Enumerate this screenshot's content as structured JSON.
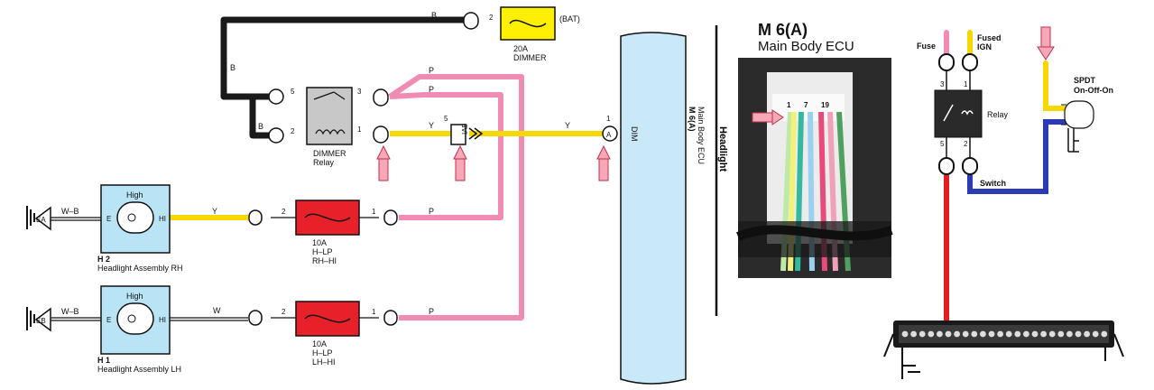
{
  "schematic": {
    "bat_label": "(BAT)",
    "dimmer_fuse": {
      "rating": "20A",
      "name": "DIMMER"
    },
    "dimmer_relay": {
      "line1": "DIMMER",
      "line2": "Relay"
    },
    "fuse_rh": {
      "rating": "10A",
      "name": "H–LP",
      "circuit": "RH–HI"
    },
    "fuse_lh": {
      "rating": "10A",
      "name": "H–LP",
      "circuit": "LH–HI"
    },
    "headlight_rh": {
      "code": "H 2",
      "name": "Headlight Assembly RH",
      "lamp": "High",
      "pin_e": "E",
      "pin_hi": "HI"
    },
    "headlight_lh": {
      "code": "H 1",
      "name": "Headlight Assembly LH",
      "lamp": "High",
      "pin_e": "E",
      "pin_hi": "HI"
    },
    "ground_rh": "EA",
    "ground_lh": "EB",
    "junction": "IA5",
    "ecu_pin_label": "DIM",
    "ecu_vertical": {
      "code": "M 6(A)",
      "name": "Main Body ECU"
    },
    "section_label": "Headlight",
    "pins": {
      "one": "1",
      "two": "2",
      "three": "3",
      "five": "5"
    },
    "wire_colors": {
      "black": "B",
      "pink": "P",
      "yellow": "Y",
      "white_black": "W–B",
      "white": "W"
    },
    "ecu_conn": "A"
  },
  "ecu_photo": {
    "title": "M 6(A)",
    "subtitle": "Main Body ECU",
    "pin_labels": [
      "1",
      "7",
      "19"
    ]
  },
  "relay_wiring": {
    "fuse_label": "Fuse",
    "fused_ign_label": "Fused\nIGN",
    "relay_label": "Relay",
    "switch_wire_label": "Switch",
    "spdt_label": "SPDT\nOn-Off-On",
    "relay_pins": [
      "3",
      "1",
      "5",
      "2"
    ]
  },
  "colors": {
    "black_wire": "#1a1a1a",
    "pink_wire": "#f08cb4",
    "yellow_wire": "#f5d800",
    "red_wire": "#e02020",
    "blue_wire": "#2a3bb5",
    "fuse_yellow": "#ffef00",
    "fuse_red": "#e8202a",
    "ecu_blue": "#c9e9f8",
    "headlight_blue": "#b9e4f6",
    "arrow_pink": "#f7a8b8"
  }
}
